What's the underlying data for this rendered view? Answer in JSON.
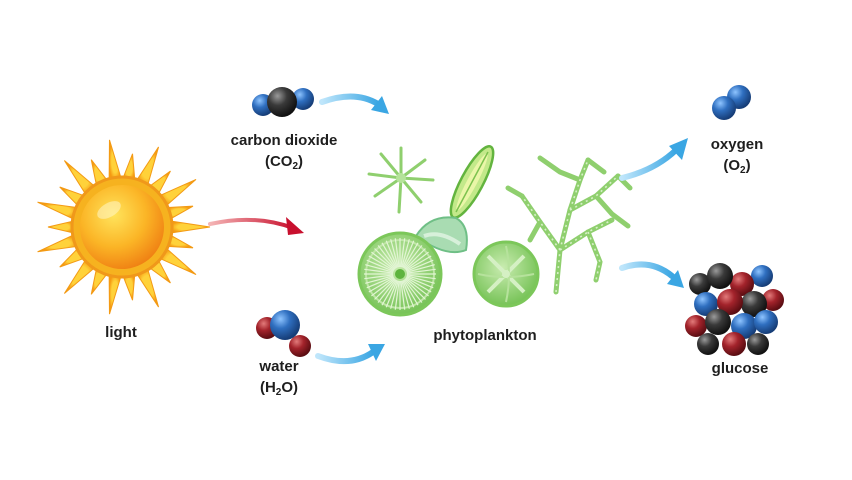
{
  "labels": {
    "light": "light",
    "carbon_dioxide": "carbon dioxide",
    "co2_open": "(CO",
    "co2_sub": "2",
    "co2_close": ")",
    "water": "water",
    "h2o_open": "(H",
    "h2o_sub": "2",
    "h2o_close": "O)",
    "phytoplankton": "phytoplankton",
    "oxygen": "oxygen",
    "o2_open": "(O",
    "o2_sub": "2",
    "o2_close": ")",
    "glucose": "glucose"
  },
  "colors": {
    "background": "#ffffff",
    "sun_core": "#f7a21b",
    "sun_rays": "#ffc21a",
    "light_arrow": "#c8102e",
    "flow_arrows": "#4aaee6",
    "carbon_atom": "#3a3a3a",
    "oxygen_atom": "#2f6fc0",
    "hydrogen_atom": "#a3232b",
    "phytoplankton": "#8fcf6e",
    "label_text": "#1e1e1e"
  },
  "icons": [
    "sun-icon",
    "co2-molecule-icon",
    "h2o-molecule-icon",
    "o2-molecule-icon",
    "glucose-molecule-icon",
    "phytoplankton-icon"
  ]
}
